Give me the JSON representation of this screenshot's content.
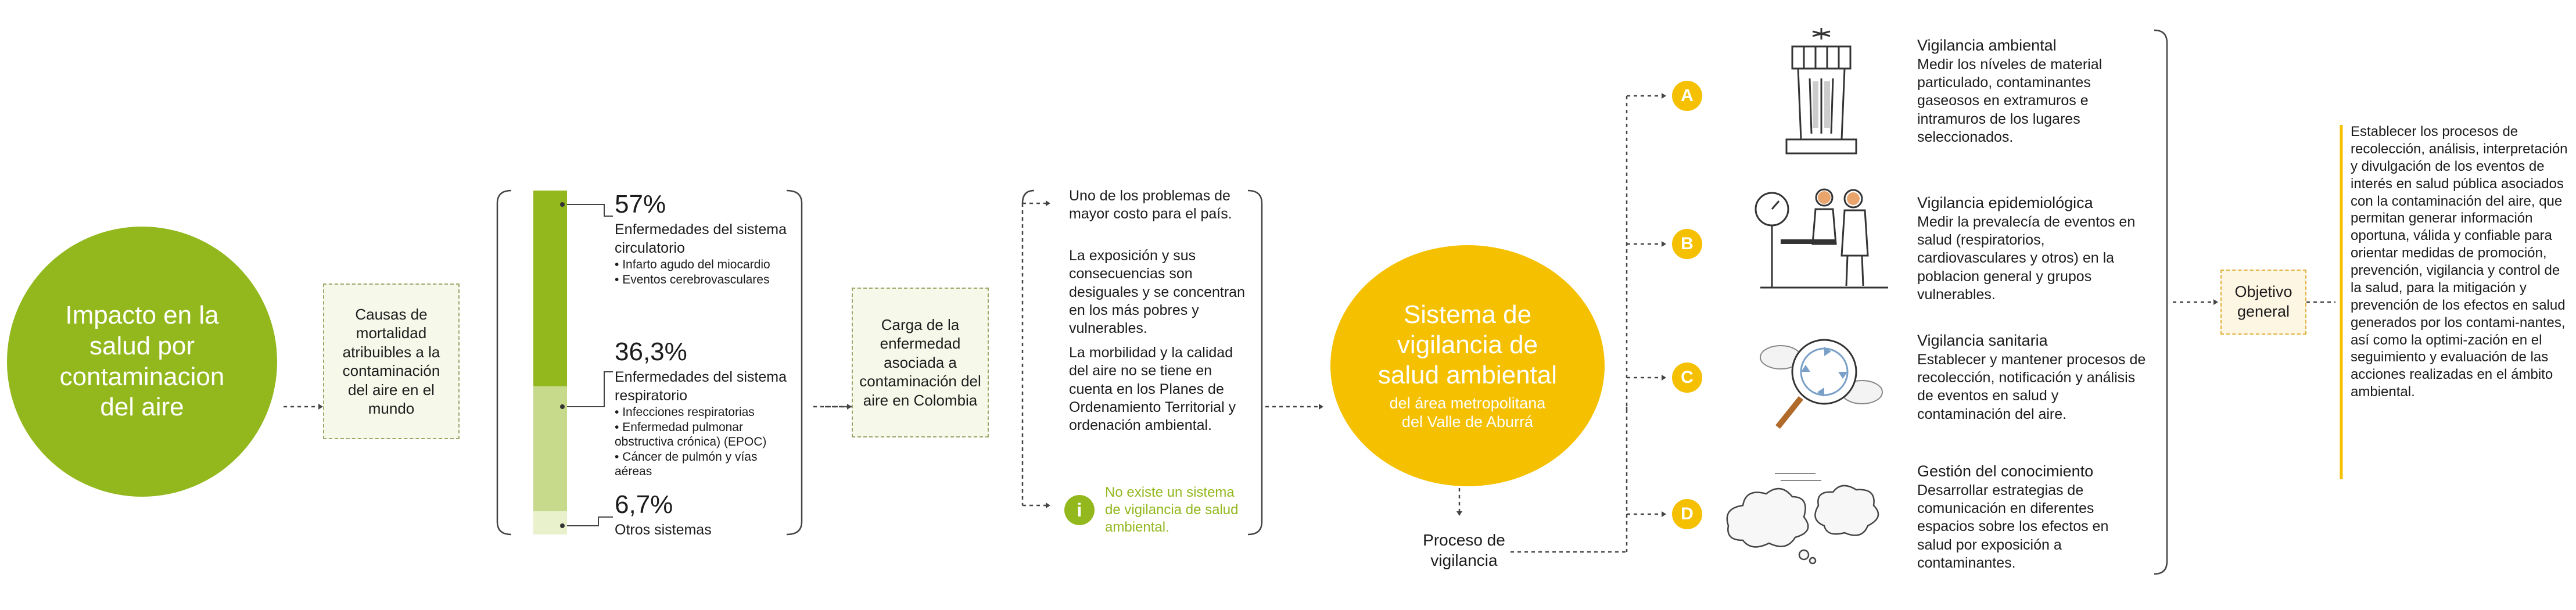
{
  "impact_circle": {
    "text": "Impacto en la salud por contaminacion del aire",
    "color": "#93b81e"
  },
  "causes_box": {
    "text": "Causas de mortalidad atribuibles a la contaminación del aire en el mundo"
  },
  "stats": [
    {
      "percent": "57%",
      "title": "Enfermedades del sistema circulatorio",
      "items": [
        "Infarto agudo del miocardio",
        "Eventos cerebrovasculares"
      ],
      "fraction": 0.57,
      "color": "#93b81e"
    },
    {
      "percent": "36,3%",
      "title": "Enfermedades del sistema respiratorio",
      "items": [
        "Infecciones respiratorias",
        "Enfermedad pulmonar obstructiva crónica) (EPOC)",
        "Cáncer de  pulmón y vías aéreas"
      ],
      "fraction": 0.363,
      "color": "#c7da8c"
    },
    {
      "percent": "6,7%",
      "title": "Otros sistemas",
      "items": [],
      "fraction": 0.067,
      "color": "#e8f0cc"
    }
  ],
  "burden_box": {
    "text": "Carga de la enfermedad asociada a contaminación del aire en Colombia"
  },
  "burden_points": [
    "Uno de los problemas de mayor costo para el país.",
    "La exposición y sus consecuencias son desiguales y se concentran en los más pobres y vulnerables.",
    "La morbilidad y la calidad del aire no se tiene en cuenta en los Planes de Ordenamiento Territorial y ordenación ambiental."
  ],
  "info_note": {
    "icon": "i",
    "text": "No existe un sistema de vigilancia de salud ambiental.",
    "color": "#93b81e"
  },
  "system_circle": {
    "title": "Sistema de vigilancia de salud ambiental",
    "subtitle": "del área metropolitana del Valle de Aburrá",
    "color": "#f5c000"
  },
  "process_label": "Proceso de vigilancia",
  "components": [
    {
      "badge": "A",
      "icon": "air-monitoring-tower-icon",
      "title": "Vigilancia ambiental",
      "desc": "Medir los níveles de material particulado, contaminantes gaseosos en extramuros e intramuros de los lugares seleccionados."
    },
    {
      "badge": "B",
      "icon": "doctor-and-patient-icon",
      "title": "Vigilancia epidemiológica",
      "desc": "Medir la prevalecía de eventos en salud (respiratorios, cardiovasculares y otros) en la poblacion general y grupos vulnerables."
    },
    {
      "badge": "C",
      "icon": "magnifier-cycle-icon",
      "title": "Vigilancia sanitaria",
      "desc": "Establecer y mantener procesos de recolección, notificación y análisis de eventos en salud y contaminación del aire."
    },
    {
      "badge": "D",
      "icon": "thought-clouds-icon",
      "title": "Gestión del conocimiento",
      "desc": "Desarrollar estrategias de comunicación en diferentes espacios sobre los efectos en salud por exposición a contaminantes."
    }
  ],
  "objective_box": {
    "text": "Objetivo general"
  },
  "objective_text": "Establecer los procesos de recolección, análisis, interpretación y divulgación de los eventos de interés en salud pública asociados con la contaminación del aire, que permitan generar información oportuna, válida y confiable para orientar medidas de promoción, prevención, vigilancia y control de la salud, para la mitigación y prevención de los efectos en salud generados por los contami-nantes, así como la optimi-zación en el seguimiento y evaluación  de las acciones realizadas en el ámbito ambiental."
}
